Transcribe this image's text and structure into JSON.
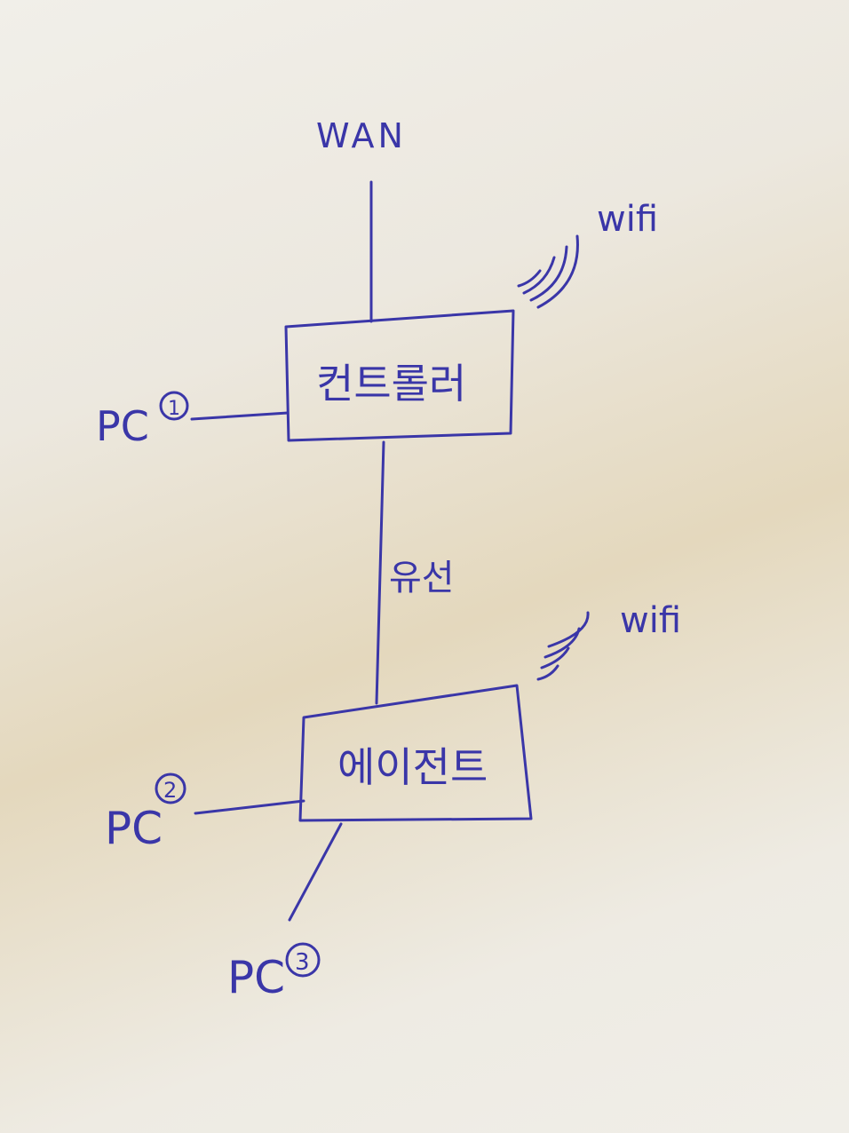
{
  "diagram": {
    "wan_label": "WAN",
    "controller_label": "컨트롤러",
    "agent_label": "에이전트",
    "wired_label": "유선",
    "wifi_top_label": "wifi",
    "wifi_bottom_label": "wifi",
    "pc1_label": "PC",
    "pc1_number": "1",
    "pc2_label": "PC",
    "pc2_number": "2",
    "pc3_label": "PC",
    "pc3_number": "3"
  },
  "colors": {
    "ink": "#3a36a8",
    "paper": "#efece5"
  }
}
